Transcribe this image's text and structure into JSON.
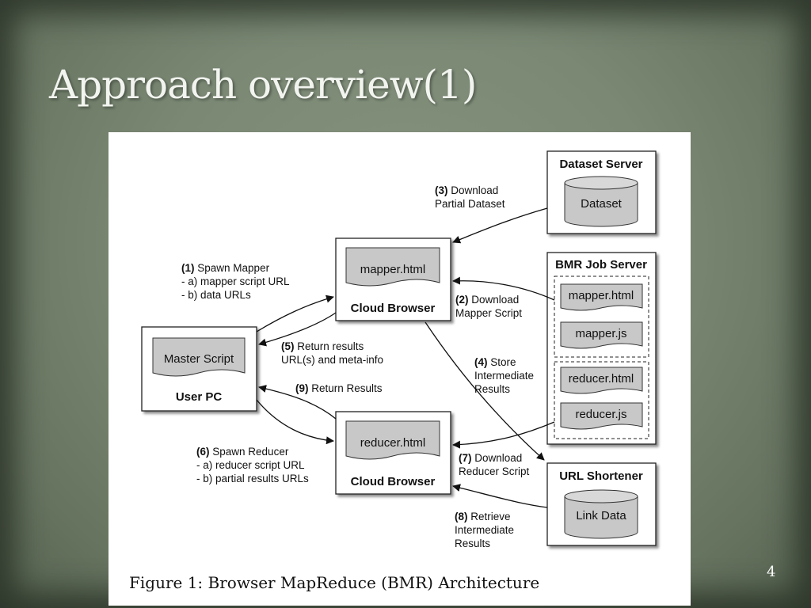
{
  "slide": {
    "title": "Approach overview(1)",
    "page_number": "4"
  },
  "figure": {
    "caption": "Figure 1: Browser MapReduce (BMR) Architecture",
    "nodes": {
      "user_pc": {
        "title": "User PC",
        "inner": "Master Script"
      },
      "cloud_browser_mapper": {
        "title": "Cloud Browser",
        "inner": "mapper.html"
      },
      "cloud_browser_reducer": {
        "title": "Cloud Browser",
        "inner": "reducer.html"
      },
      "dataset_server": {
        "title": "Dataset Server",
        "inner": "Dataset"
      },
      "bmr_job_server": {
        "title": "BMR Job Server",
        "items": [
          "mapper.html",
          "mapper.js",
          "reducer.html",
          "reducer.js"
        ]
      },
      "url_shortener": {
        "title": "URL Shortener",
        "inner": "Link Data"
      }
    },
    "edges": {
      "e1": {
        "num": "(1)",
        "lines": [
          "Spawn Mapper",
          "- a) mapper script URL",
          "- b) data URLs"
        ]
      },
      "e2": {
        "num": "(2)",
        "lines": [
          "Download",
          "Mapper Script"
        ]
      },
      "e3": {
        "num": "(3)",
        "lines": [
          "Download",
          "Partial Dataset"
        ]
      },
      "e4": {
        "num": "(4)",
        "lines": [
          "Store",
          "Intermediate",
          "Results"
        ]
      },
      "e5": {
        "num": "(5)",
        "lines": [
          "Return results",
          "URL(s) and meta-info"
        ]
      },
      "e6": {
        "num": "(6)",
        "lines": [
          "Spawn Reducer",
          "- a) reducer script URL",
          "- b) partial results URLs"
        ]
      },
      "e7": {
        "num": "(7)",
        "lines": [
          "Download",
          "Reducer Script"
        ]
      },
      "e8": {
        "num": "(8)",
        "lines": [
          "Retrieve",
          "Intermediate",
          "Results"
        ]
      },
      "e9": {
        "num": "(9)",
        "lines": [
          "Return Results"
        ]
      }
    }
  }
}
